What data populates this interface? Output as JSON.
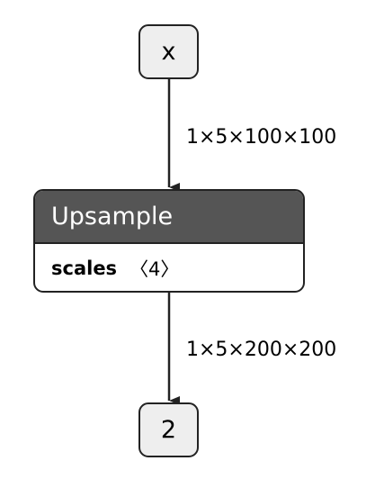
{
  "graph": {
    "input_node": {
      "label": "x"
    },
    "op_node": {
      "title": "Upsample",
      "attributes": [
        {
          "name": "scales",
          "value": "〈4〉"
        }
      ]
    },
    "output_node": {
      "label": "2"
    },
    "edges": [
      {
        "label": "1×5×100×100"
      },
      {
        "label": "1×5×200×200"
      }
    ],
    "colors": {
      "op_header": "#555555",
      "io_fill": "#eeeeee",
      "stroke": "#222222"
    }
  }
}
